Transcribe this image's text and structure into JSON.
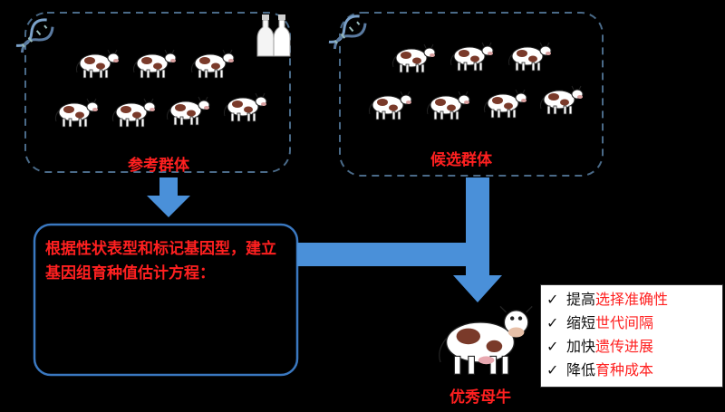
{
  "groups": {
    "reference_label": "参考群体",
    "candidate_label": "候选群体"
  },
  "formula_text": "根据性状表型和标记基因型，建立基因组育种值估计方程：",
  "result_label": "优秀母牛",
  "benefits": [
    {
      "prefix": "提高",
      "highlight": "选择准确性"
    },
    {
      "prefix": "缩短",
      "highlight": "世代间隔"
    },
    {
      "prefix": "加快",
      "highlight": "遗传进展"
    },
    {
      "prefix": "降低",
      "highlight": "育种成本"
    }
  ],
  "check_glyph": "✓",
  "icons": [
    "dna-icon",
    "milk-bottles-icon",
    "cow-icon"
  ],
  "colors": {
    "accent_red": "#ff2020",
    "arrow_blue": "#4a90d9",
    "dash_border": "#4a6a88",
    "box_border": "#3a78c0"
  }
}
